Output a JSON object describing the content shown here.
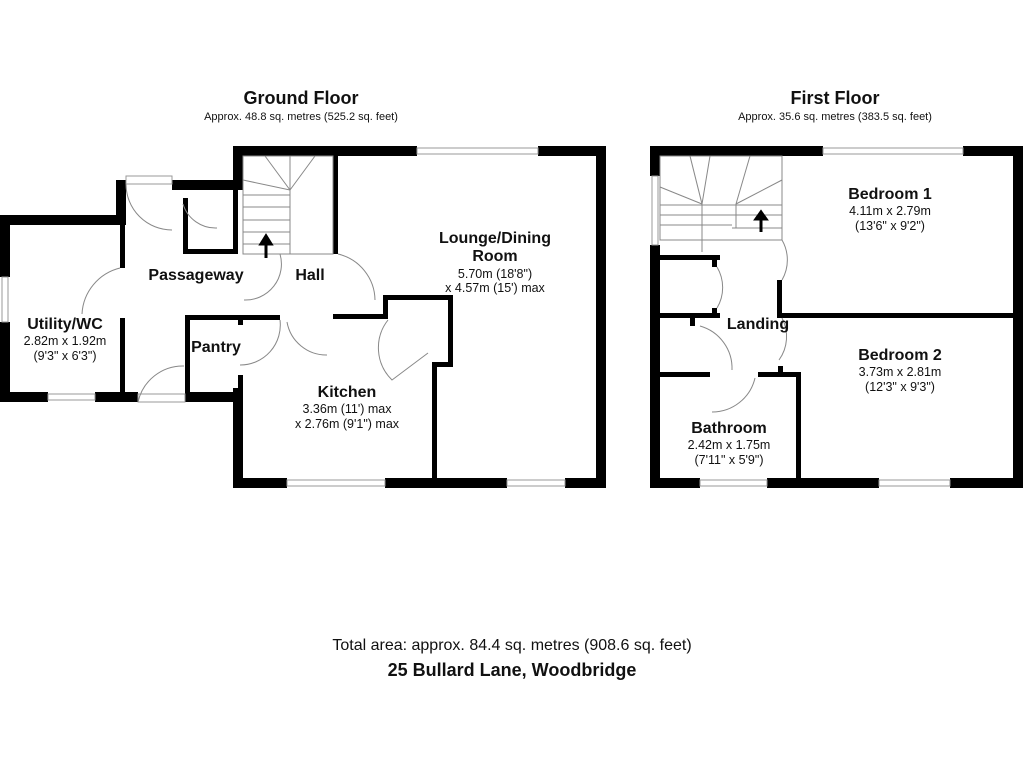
{
  "ground_floor": {
    "title": "Ground Floor",
    "area": "Approx. 48.8 sq. metres (525.2 sq. feet)",
    "rooms": {
      "utility": {
        "name": "Utility/WC",
        "dim1": "2.82m x 1.92m",
        "dim2": "(9'3\" x 6'3\")"
      },
      "passageway": {
        "name": "Passageway"
      },
      "hall": {
        "name": "Hall"
      },
      "pantry": {
        "name": "Pantry"
      },
      "kitchen": {
        "name": "Kitchen",
        "dim1": "3.36m (11') max",
        "dim2": "x 2.76m (9'1\") max"
      },
      "lounge": {
        "name1": "Lounge/Dining",
        "name2": "Room",
        "dim1": "5.70m (18'8\")",
        "dim2": "x 4.57m (15') max"
      }
    }
  },
  "first_floor": {
    "title": "First Floor",
    "area": "Approx. 35.6 sq. metres (383.5 sq. feet)",
    "rooms": {
      "bedroom1": {
        "name": "Bedroom 1",
        "dim1": "4.11m x 2.79m",
        "dim2": "(13'6\" x 9'2\")"
      },
      "bedroom2": {
        "name": "Bedroom 2",
        "dim1": "3.73m x 2.81m",
        "dim2": "(12'3\" x 9'3\")"
      },
      "landing": {
        "name": "Landing"
      },
      "bathroom": {
        "name": "Bathroom",
        "dim1": "2.42m x 1.75m",
        "dim2": "(7'11\" x 5'9\")"
      }
    }
  },
  "footer": {
    "total_area": "Total area: approx. 84.4 sq. metres (908.6 sq. feet)",
    "address": "25 Bullard Lane, Woodbridge"
  }
}
